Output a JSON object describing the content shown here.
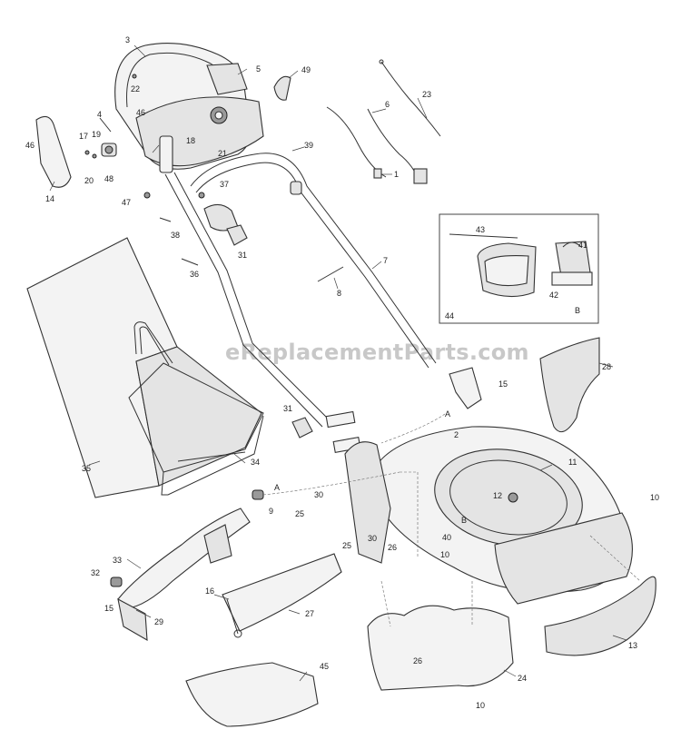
{
  "watermark": "eReplacementParts.com",
  "callouts": [
    "1",
    "2",
    "3",
    "4",
    "5",
    "6",
    "7",
    "8",
    "9",
    "10",
    "11",
    "12",
    "13",
    "14",
    "15",
    "16",
    "17",
    "18",
    "19",
    "20",
    "21",
    "22",
    "23",
    "24",
    "25",
    "26",
    "27",
    "28",
    "29",
    "30",
    "31",
    "32",
    "33",
    "34",
    "35",
    "36",
    "37",
    "38",
    "39",
    "40",
    "41",
    "42",
    "43",
    "44",
    "45",
    "46",
    "47",
    "48",
    "49",
    "A",
    "B"
  ],
  "inset": {
    "number": "44",
    "labels": [
      "43",
      "41",
      "42",
      "B"
    ]
  },
  "labels": {
    "l3": "3",
    "l22": "22",
    "l5": "5",
    "l49": "49",
    "l23": "23",
    "l6": "6",
    "l4": "4",
    "l46a": "46",
    "l46b": "46",
    "l18": "18",
    "l17": "17",
    "l19": "19",
    "l21": "21",
    "l39": "39",
    "l1": "1",
    "l48": "48",
    "l20": "20",
    "l14": "14",
    "l47": "47",
    "l37": "37",
    "l38": "38",
    "l31a": "31",
    "l36": "36",
    "l7": "7",
    "l8": "8",
    "l43": "43",
    "l41": "41",
    "l42": "42",
    "lB1": "B",
    "l44": "44",
    "l28": "28",
    "l15a": "15",
    "lA1": "A",
    "l2": "2",
    "l11": "11",
    "l31b": "31",
    "l34": "34",
    "l35": "35",
    "lA2": "A",
    "l9": "9",
    "l30a": "30",
    "l25a": "25",
    "l12": "12",
    "lB2": "B",
    "l10a": "10",
    "l40": "40",
    "l10b": "10",
    "l30b": "30",
    "l25b": "25",
    "l26a": "26",
    "l33": "33",
    "l32": "32",
    "l15b": "15",
    "l29": "29",
    "l16": "16",
    "l27": "27",
    "l13": "13",
    "l24": "24",
    "l26b": "26",
    "l10c": "10",
    "l45": "45"
  }
}
